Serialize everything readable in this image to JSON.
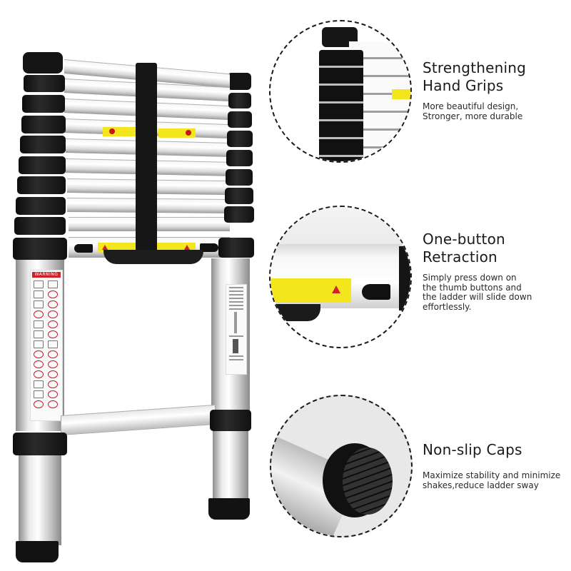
{
  "product": {
    "type": "telescopic aluminium ladder",
    "colors": {
      "background": "#ffffff",
      "grip_black": "#141414",
      "aluminium": "#e6e6e6",
      "sticker_yellow": "#f4e61d",
      "warning_red": "#d0202a",
      "text": "#1a1a1a"
    },
    "ladder": {
      "warning_label_title": "WARNING",
      "rung_count": 11
    }
  },
  "features": [
    {
      "title_line1": "Strengthening",
      "title_line2": "Hand Grips",
      "desc_line1": "More beautiful design,",
      "desc_line2": "Stronger, more durable",
      "inset": "hand-grips-closeup"
    },
    {
      "title_line1": "One-button",
      "title_line2": "Retraction",
      "desc_line1": "Simply press down on",
      "desc_line2": "the thumb buttons and",
      "desc_line3": "the ladder will slide down",
      "desc_line4": "effortlessly.",
      "inset": "thumb-button-closeup"
    },
    {
      "title_line1": "Non-slip Caps",
      "desc_line1": "Maximize stability and minimize",
      "desc_line2": "shakes,reduce ladder sway",
      "inset": "non-slip-cap-closeup"
    }
  ]
}
